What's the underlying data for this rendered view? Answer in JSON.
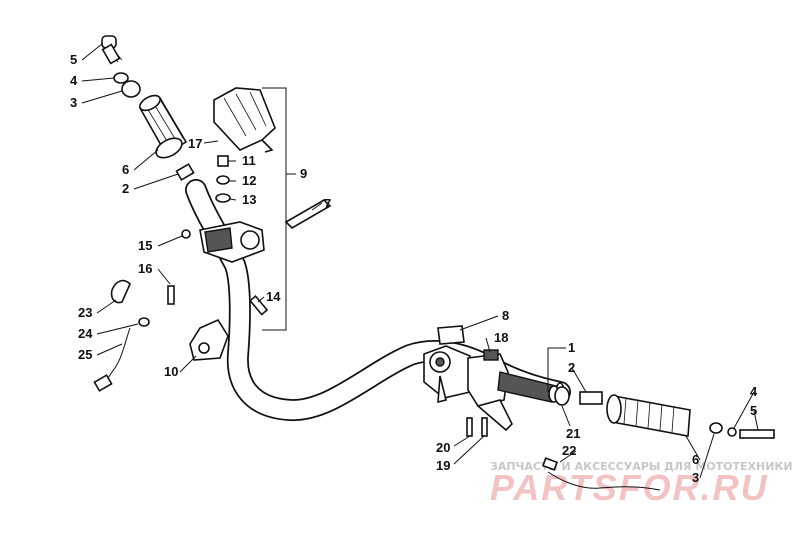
{
  "callouts": [
    "5",
    "4",
    "3",
    "6",
    "2",
    "17",
    "11",
    "12",
    "13",
    "9",
    "7",
    "15",
    "16",
    "14",
    "23",
    "24",
    "25",
    "10",
    "8",
    "18",
    "1",
    "2",
    "21",
    "20",
    "19",
    "22",
    "6",
    "3",
    "4",
    "5"
  ],
  "watermark": {
    "line1": "ЗАПЧАСТИ И АКСЕССУАРЫ ДЛЯ МОТОТЕХНИКИ",
    "line2": "PARTSFOR.RU"
  },
  "colors": {
    "ink": "#111111",
    "watermark_text": "#c7c7c7",
    "watermark_logo": "#f3c2c2",
    "background": "#ffffff"
  }
}
